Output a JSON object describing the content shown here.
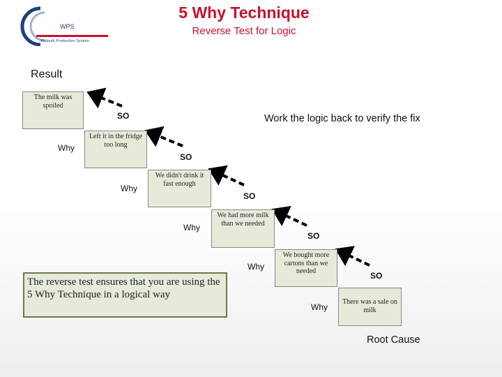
{
  "logo": {
    "brand": "WPS",
    "subtitle": "Wabash Production System"
  },
  "header": {
    "title": "5 Why Technique",
    "subtitle": "Reverse Test for Logic"
  },
  "result_label": "Result",
  "note": "Work the logic back to verify the fix",
  "steps": [
    {
      "text": "The milk was spoiled",
      "why": "Why",
      "so": "SO"
    },
    {
      "text": "Left it in the fridge too long",
      "why": "Why",
      "so": "SO"
    },
    {
      "text": "We didn't drink it fast enough",
      "why": "Why",
      "so": "SO"
    },
    {
      "text": "We had more milk than we needed",
      "why": "Why",
      "so": "SO"
    },
    {
      "text": "We bought more cartons than we needed",
      "why": "Why",
      "so": "SO"
    },
    {
      "text": "There was a sale on milk"
    }
  ],
  "callout": "The reverse test ensures that you are using the 5 Why Technique in a logical way",
  "root_cause": "Root Cause",
  "colors": {
    "title_red": "#c8102e",
    "box_fill": "#e5ead9",
    "callout_border": "#6b7a4b"
  }
}
